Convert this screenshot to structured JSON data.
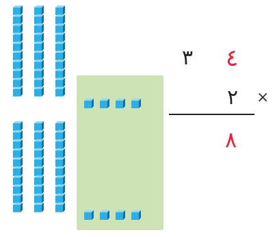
{
  "multiplication": {
    "multiplicand_tens": "٣",
    "multiplicand_ones": "٤",
    "multiplier": "٢",
    "operator": "×",
    "result_ones": "٨"
  },
  "models": {
    "tens_rods_per_group": 3,
    "rod_groups": 2,
    "unit_cubes_per_row": 4,
    "unit_rows": 2
  },
  "colors": {
    "cube": "#2bb0e6",
    "panel": "#cde3b6",
    "highlight_digit": "#e8243a",
    "text": "#222222"
  }
}
